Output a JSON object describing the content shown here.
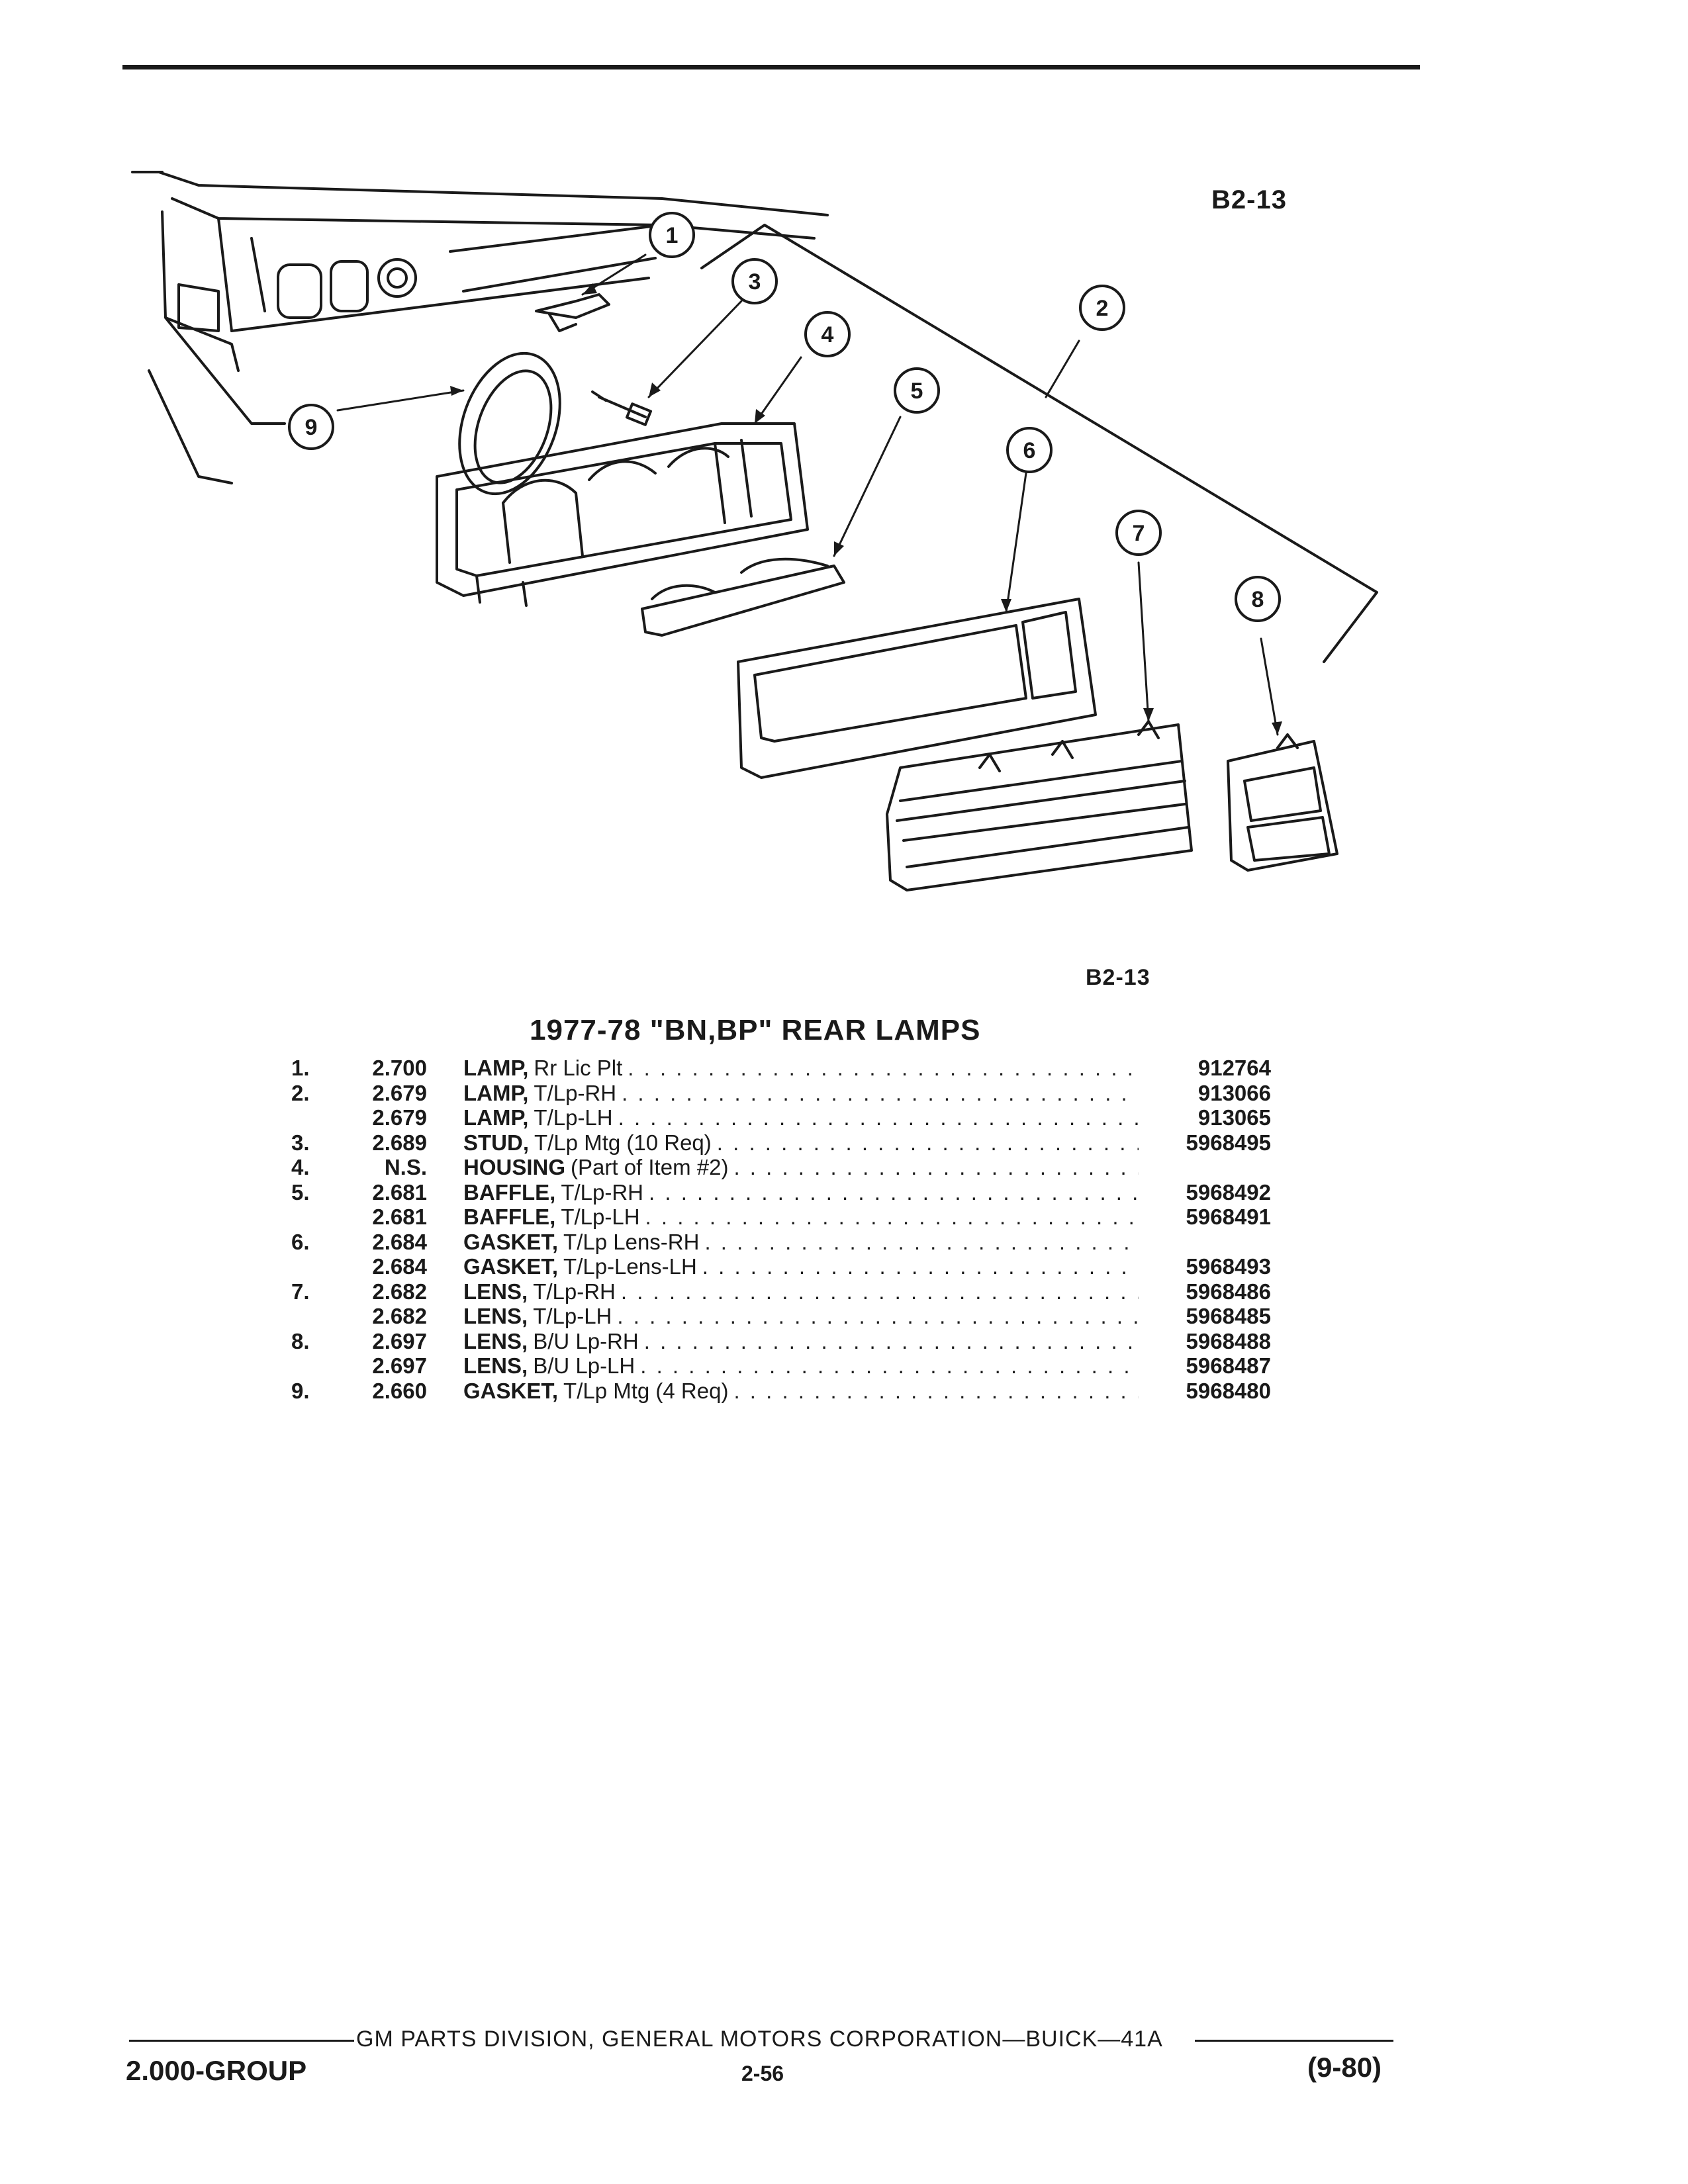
{
  "figure": {
    "code_top": "B2-13",
    "code_bottom": "B2-13",
    "callouts": [
      "1",
      "2",
      "3",
      "4",
      "5",
      "6",
      "7",
      "8",
      "9"
    ]
  },
  "section_title": "1977-78 \"BN,BP\" REAR LAMPS",
  "parts": [
    {
      "no": "1.",
      "group": "2.700",
      "name": "LAMP,",
      "detail": "Rr Lic Plt",
      "part": "912764"
    },
    {
      "no": "2.",
      "group": "2.679",
      "name": "LAMP,",
      "detail": "T/Lp-RH",
      "part": "913066"
    },
    {
      "no": "",
      "group": "2.679",
      "name": "LAMP,",
      "detail": "T/Lp-LH",
      "part": "913065"
    },
    {
      "no": "3.",
      "group": "2.689",
      "name": "STUD,",
      "detail": "T/Lp Mtg (10 Req)",
      "part": "5968495"
    },
    {
      "no": "4.",
      "group": "N.S.",
      "name": "HOUSING",
      "detail": "(Part of Item #2)",
      "part": ""
    },
    {
      "no": "5.",
      "group": "2.681",
      "name": "BAFFLE,",
      "detail": "T/Lp-RH",
      "part": "5968492"
    },
    {
      "no": "",
      "group": "2.681",
      "name": "BAFFLE,",
      "detail": "T/Lp-LH",
      "part": "5968491"
    },
    {
      "no": "6.",
      "group": "2.684",
      "name": "GASKET,",
      "detail": "T/Lp Lens-RH",
      "part": ""
    },
    {
      "no": "",
      "group": "2.684",
      "name": "GASKET,",
      "detail": "T/Lp-Lens-LH",
      "part": "5968493"
    },
    {
      "no": "7.",
      "group": "2.682",
      "name": "LENS,",
      "detail": "T/Lp-RH",
      "part": "5968486"
    },
    {
      "no": "",
      "group": "2.682",
      "name": "LENS,",
      "detail": "T/Lp-LH",
      "part": "5968485"
    },
    {
      "no": "8.",
      "group": "2.697",
      "name": "LENS,",
      "detail": "B/U Lp-RH",
      "part": "5968488"
    },
    {
      "no": "",
      "group": "2.697",
      "name": "LENS,",
      "detail": "B/U Lp-LH",
      "part": "5968487"
    },
    {
      "no": "9.",
      "group": "2.660",
      "name": "GASKET,",
      "detail": "T/Lp Mtg (4 Req)",
      "part": "5968480"
    }
  ],
  "footer": {
    "center": "GM PARTS DIVISION, GENERAL MOTORS CORPORATION—BUICK—41A",
    "group": "2.000-GROUP",
    "page": "2-56",
    "date": "(9-80)"
  }
}
